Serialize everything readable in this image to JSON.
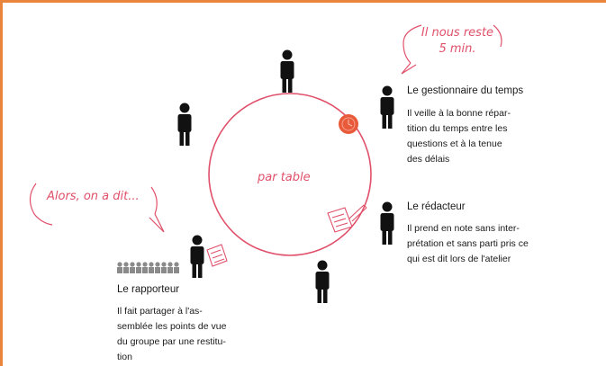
{
  "center_label": "par table",
  "speech_time": {
    "line1": "Il nous reste",
    "line2": "5 min."
  },
  "speech_said": "Alors, on a dit...",
  "roles": {
    "timekeeper": {
      "title": "Le gestionnaire du temps",
      "lines": [
        "Il veille à la bonne répar-",
        "tition du temps entre les",
        "questions et à la tenue",
        "des délais"
      ]
    },
    "writer": {
      "title": "Le rédacteur",
      "lines": [
        "Il prend en note sans inter-",
        "prétation et sans parti pris ce",
        "qui est dit lors de l'atelier"
      ]
    },
    "reporter": {
      "title": "Le rapporteur",
      "lines": [
        "Il fait partager à l'as-",
        "semblée les points de vue",
        "du groupe par une restitu-",
        "tion"
      ]
    }
  },
  "colors": {
    "accent": "#e0506a",
    "frame": "#e8843c",
    "figure": "#111111",
    "clock": "#e85a3a"
  },
  "icons": [
    "person-icon",
    "clock-icon",
    "notepad-pen-icon",
    "audience-icon",
    "speech-bubble-icon"
  ]
}
